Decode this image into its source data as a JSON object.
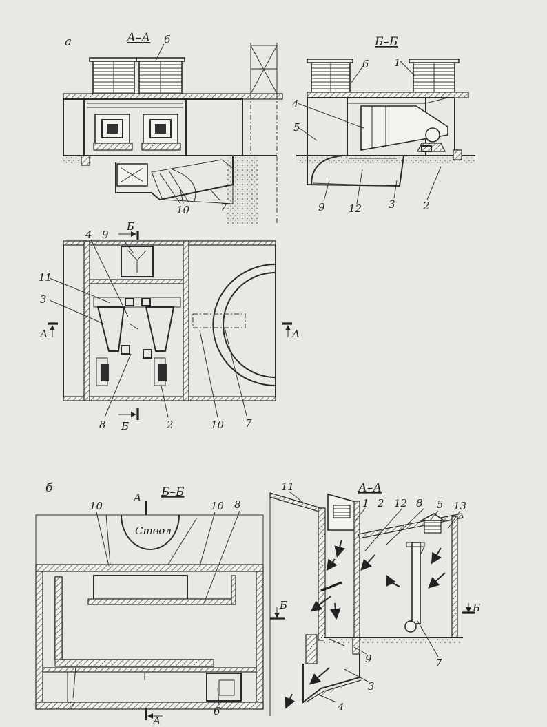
{
  "panel_labels": {
    "a": "а",
    "b": "б"
  },
  "section_titles": {
    "a_left": "А–А",
    "a_right": "Б–Б",
    "b_left": "Б–Б",
    "b_right": "А–А"
  },
  "cut_marks": {
    "A": "А",
    "B": "Б"
  },
  "shaft_label": "Ствол",
  "callouts": {
    "n1": "1",
    "n2": "2",
    "n3": "3",
    "n4": "4",
    "n5": "5",
    "n6": "6",
    "n7": "7",
    "n8": "8",
    "n9": "9",
    "n10": "10",
    "n11": "11",
    "n12": "12",
    "n13": "13"
  },
  "colors": {
    "ink": "#2a2a2a",
    "paper": "#e9e8e4"
  }
}
